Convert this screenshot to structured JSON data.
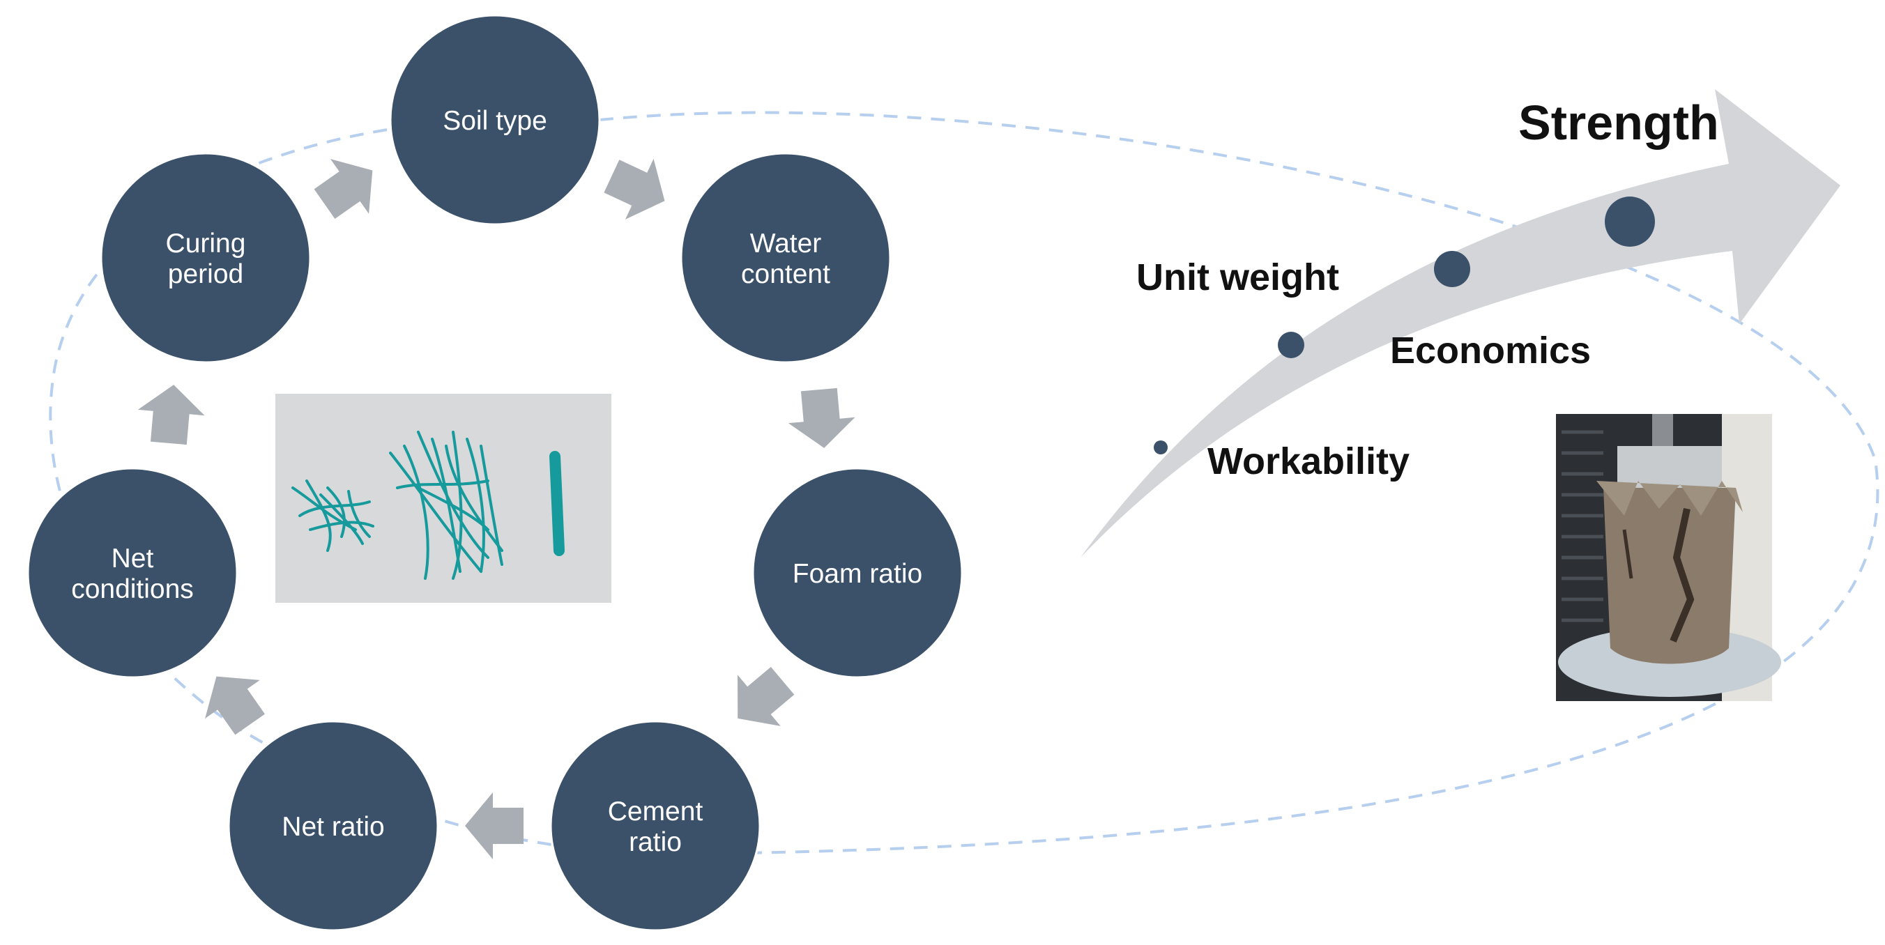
{
  "colors": {
    "node_fill": "#3b516a",
    "node_text": "#ffffff",
    "step_arrow": "#a9adb4",
    "dashed_loop": "#b7cfee",
    "big_arrow": "#d3d5d9",
    "dot": "#3b516a",
    "label_text": "#111111"
  },
  "factors": [
    {
      "id": "soil-type",
      "lines": [
        "Soil type"
      ]
    },
    {
      "id": "water-content",
      "lines": [
        "Water",
        "content"
      ]
    },
    {
      "id": "foam-ratio",
      "lines": [
        "Foam ratio"
      ]
    },
    {
      "id": "cement-ratio",
      "lines": [
        "Cement",
        "ratio"
      ]
    },
    {
      "id": "net-ratio",
      "lines": [
        "Net ratio"
      ]
    },
    {
      "id": "net-conditions",
      "lines": [
        "Net",
        "conditions"
      ]
    },
    {
      "id": "curing-period",
      "lines": [
        "Curing",
        "period"
      ]
    }
  ],
  "outcomes": [
    {
      "id": "workability",
      "label": "Workability"
    },
    {
      "id": "unit-weight",
      "label": "Unit weight"
    },
    {
      "id": "economics",
      "label": "Economics"
    },
    {
      "id": "strength",
      "label": "Strength"
    }
  ],
  "photos": {
    "fibers": {
      "icon": "net-fibers-photo"
    },
    "specimen": {
      "icon": "failed-specimen-photo"
    }
  }
}
